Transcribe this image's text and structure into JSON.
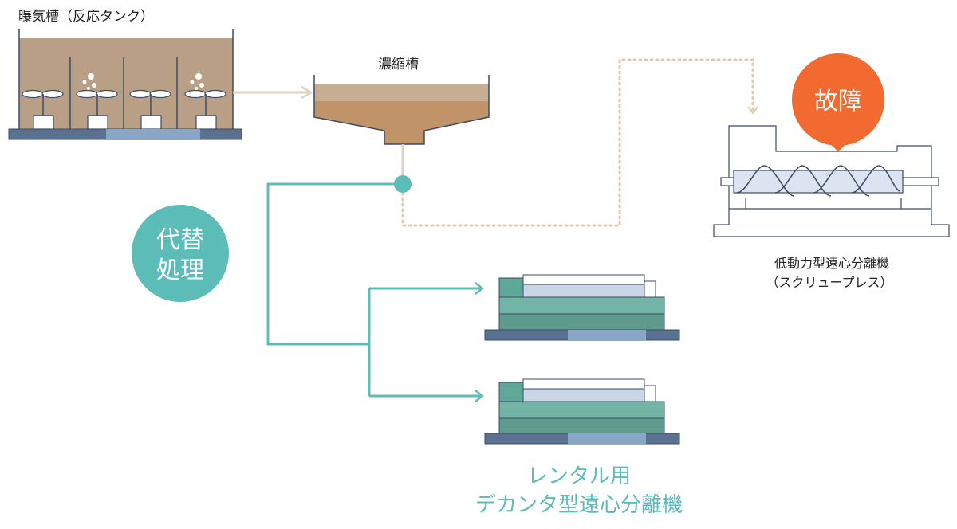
{
  "labels": {
    "aeration_tank": "曝気槽（反応タンク）",
    "thickener": "濃縮槽",
    "fault_badge": "故障",
    "alt_line1": "代替",
    "alt_line2": "処理",
    "screw_press_line1": "低動力型遠心分離機",
    "screw_press_line2": "（スクリュープレス）",
    "rental_line1": "レンタル用",
    "rental_line2": "デカンタ型遠心分離機"
  },
  "colors": {
    "teal": "#5bbcb8",
    "fault_orange": "#f26a2f",
    "sludge": "#b89f86",
    "sludge_dark": "#c09368",
    "base_navy": "#5a7290",
    "base_light": "#8aa6c6",
    "flow_arrow": "#e2d2c0",
    "dotted": "#e5c9a8",
    "outline": "#3c4a66"
  }
}
